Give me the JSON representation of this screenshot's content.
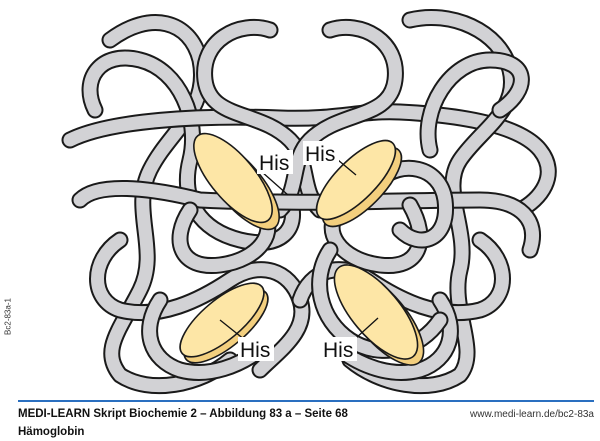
{
  "figure": {
    "title": "Hämoglobin",
    "labels": [
      "His",
      "His",
      "His",
      "His"
    ],
    "colors": {
      "chain": "#d2d2d5",
      "heme": "#fde6a6",
      "rule": "#2a6fc0"
    }
  },
  "footer": {
    "caption": "MEDI-LEARN Skript Biochemie 2 – Abbildung 83 a – Seite 68",
    "subtitle": "Hämoglobin",
    "url": "www.medi-learn.de/bc2-83a",
    "side_code": "Bc2-83a-1"
  }
}
